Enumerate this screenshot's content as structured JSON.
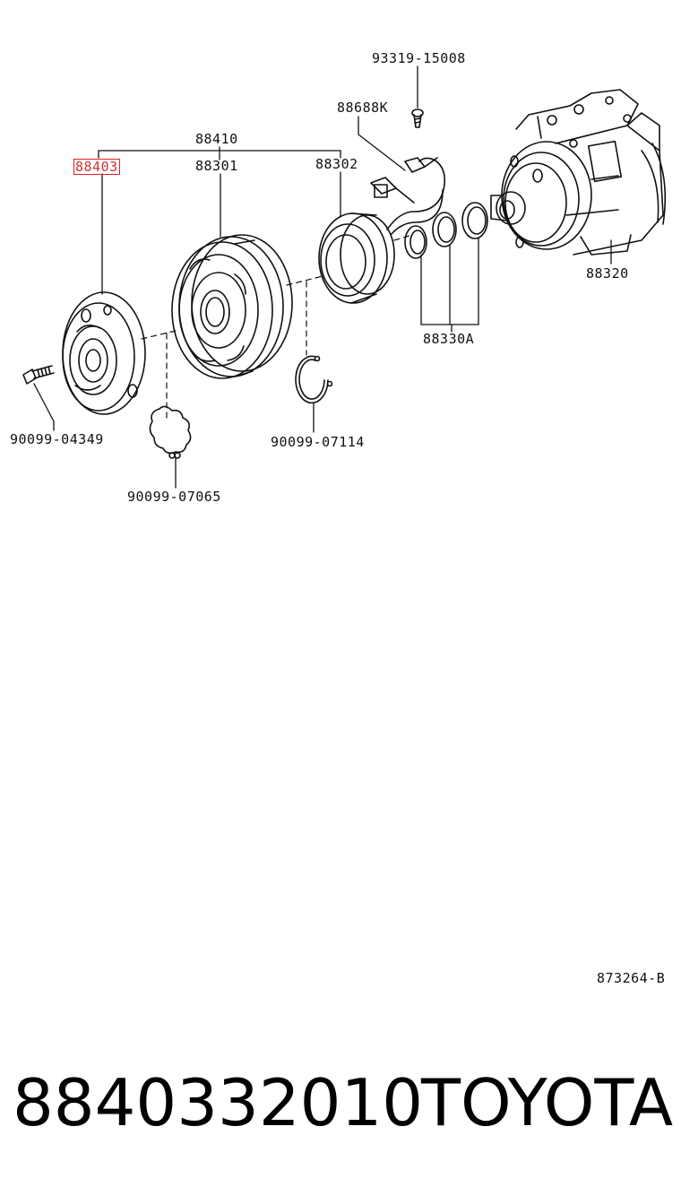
{
  "labels": {
    "p93319": "93319-15008",
    "p88688K": "88688K",
    "p88410": "88410",
    "p88403": "88403",
    "p88301": "88301",
    "p88302": "88302",
    "p88320": "88320",
    "p88330A": "88330A",
    "p90099_04349": "90099-04349",
    "p90099_07114": "90099-07114",
    "p90099_07065": "90099-07065"
  },
  "highlighted_part": "88403",
  "highlight_color": "#e0201e",
  "reference_code": "873264-B",
  "footer": {
    "part_number": "8840332010",
    "brand": "TOYOTA"
  }
}
